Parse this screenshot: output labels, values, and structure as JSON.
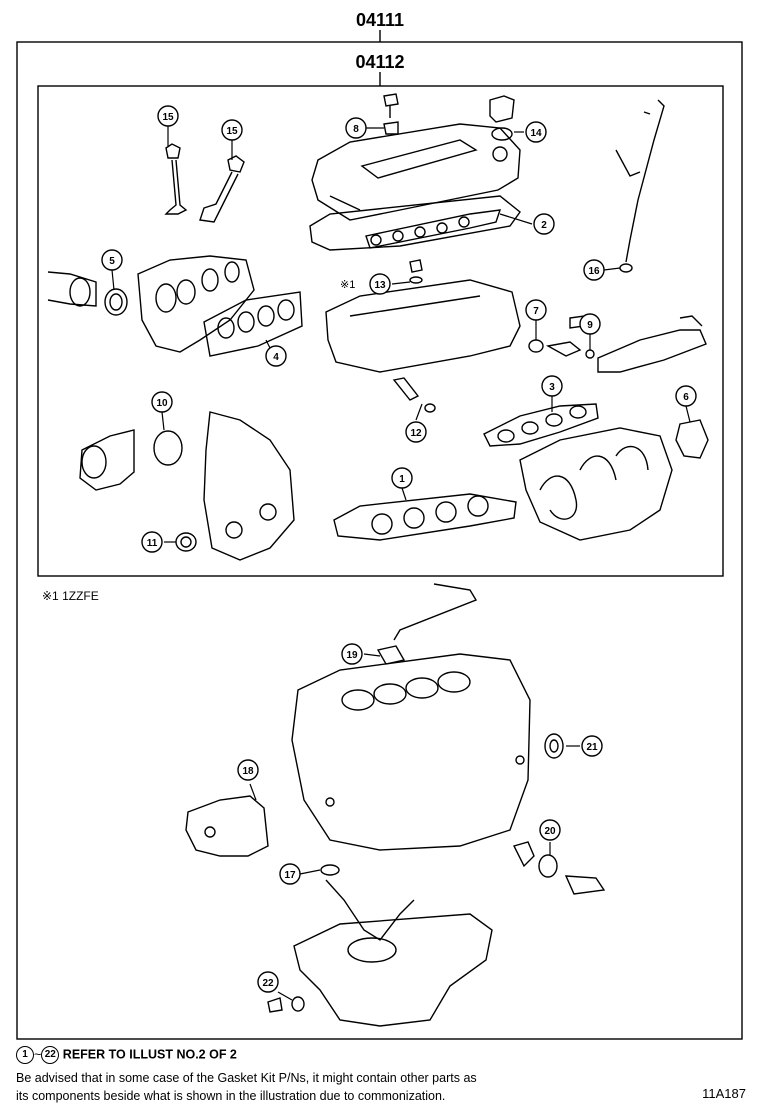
{
  "kits": {
    "outer": "04111",
    "inner": "04112"
  },
  "note_mark": "※1",
  "note_engine": "※1  1ZZFE",
  "callouts": [
    "1",
    "2",
    "3",
    "4",
    "5",
    "6",
    "7",
    "8",
    "9",
    "10",
    "11",
    "12",
    "13",
    "14",
    "15",
    "15",
    "16",
    "17",
    "18",
    "19",
    "20",
    "21",
    "22"
  ],
  "footer": {
    "range_start": "1",
    "range_sep": "~",
    "range_end": "22",
    "refer_text": "REFER TO ILLUST NO.2 OF 2",
    "advice_line1": "Be advised that in some case of the Gasket Kit P/Ns,  it might contain other parts as",
    "advice_line2": "its components beside what is shown in the illustration due to commonization."
  },
  "figure_code": "11A187"
}
